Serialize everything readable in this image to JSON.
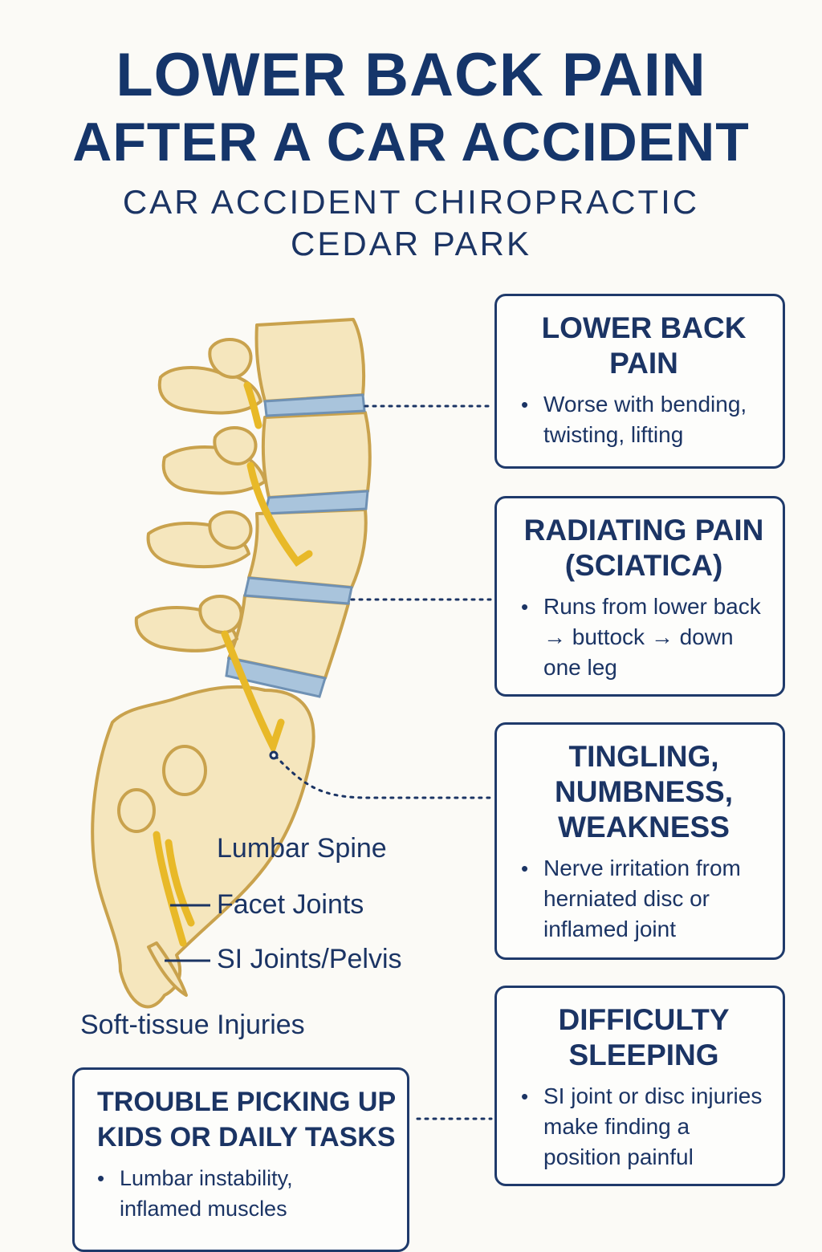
{
  "header": {
    "title_line1": "LOWER BACK PAIN",
    "title_line2": "AFTER A CAR ACCIDENT",
    "subtitle_line1": "CAR ACCIDENT CHIROPRACTIC",
    "subtitle_line2": "CEDAR PARK"
  },
  "cards": [
    {
      "title": "LOWER BACK\nPAIN",
      "bullet": "Worse with bending,\ntwisting, lifting"
    },
    {
      "title": "RADIATING PAIN\n(SCIATICA)",
      "bullet": "Runs from lower back\n→ buttock → down\none leg"
    },
    {
      "title": "TINGLING,\nNUMBNESS,\nWEAKNESS",
      "bullet": "Nerve irritation from\nherniated disc or\ninflamed joint"
    },
    {
      "title": "DIFFICULTY\nSLEEPING",
      "bullet": "SI joint or disc injuries\nmake finding a\nposition painful"
    },
    {
      "title": "TROUBLE PICKING UP\nKIDS OR DAILY TASKS",
      "bullet": "Lumbar instability,\ninflamed muscles"
    }
  ],
  "spine_labels": {
    "lumbar": "Lumbar Spine",
    "facet": "Facet Joints",
    "si": "SI Joints/Pelvis",
    "soft_tissue": "Soft-tissue Injuries"
  },
  "colors": {
    "navy": "#1b3464",
    "bone": "#f5e6bd",
    "bone_outline": "#c9a24d",
    "disc": "#a9c4dc",
    "nerve": "#e8b928",
    "background": "#fbfaf6"
  }
}
